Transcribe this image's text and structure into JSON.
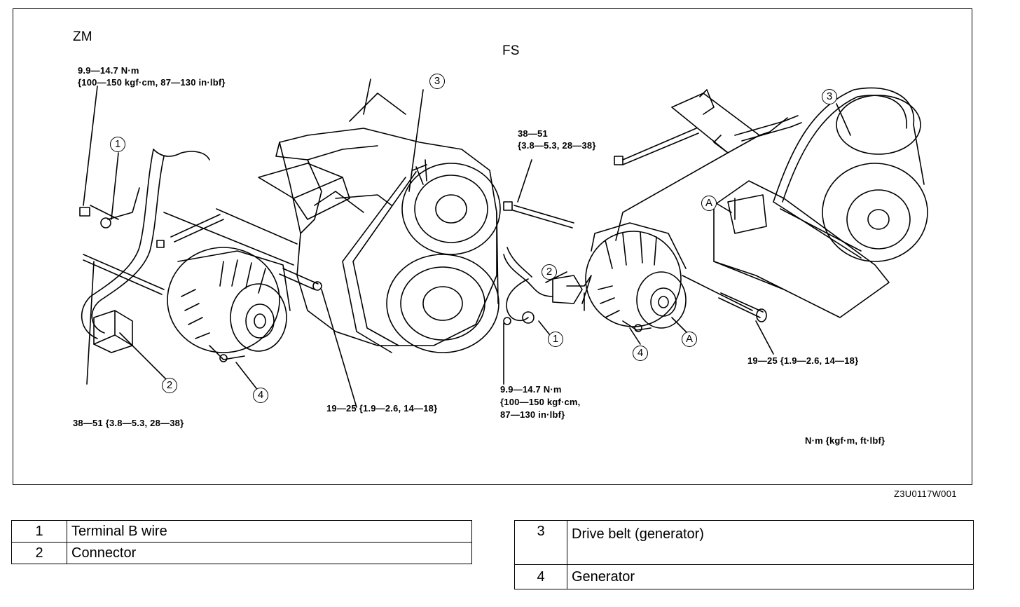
{
  "figure": {
    "code": "Z3U0117W001",
    "units_note": "N·m {kgf·m, ft·lbf}"
  },
  "zm": {
    "label": "ZM",
    "torque_top_line1": "9.9—14.7 N·m",
    "torque_top_line2": "{100—150 kgf·cm, 87—130 in·lbf}",
    "torque_bottom": "38—51 {3.8—5.3, 28—38}",
    "torque_bracket": "19—25 {1.9—2.6, 14—18}",
    "callouts": [
      "1",
      "2",
      "3",
      "4"
    ]
  },
  "fs": {
    "label": "FS",
    "torque_top_line1": "38—51",
    "torque_top_line2": "{3.8—5.3, 28—38}",
    "torque_right": "19—25 {1.9—2.6, 14—18}",
    "torque_bottom_line1": "9.9—14.7 N·m",
    "torque_bottom_line2": "{100—150 kgf·cm,",
    "torque_bottom_line3": "87—130 in·lbf}",
    "callouts": [
      "1",
      "2",
      "3",
      "4"
    ],
    "marker": "A"
  },
  "legend_left": [
    {
      "num": "1",
      "label": "Terminal B wire"
    },
    {
      "num": "2",
      "label": "Connector"
    }
  ],
  "legend_right": [
    {
      "num": "3",
      "label": "Drive belt (generator)"
    },
    {
      "num": "4",
      "label": "Generator"
    }
  ]
}
